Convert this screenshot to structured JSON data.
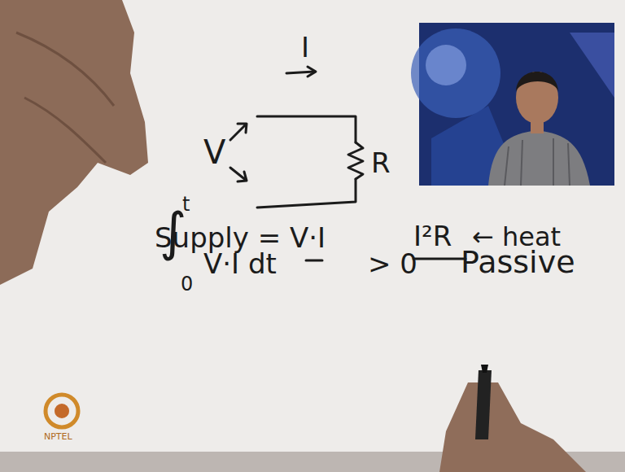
{
  "diagram": {
    "labels": [
      "I",
      "V",
      "R",
      "Supply = V·I",
      "I²R",
      "← heat",
      "t",
      "∫",
      "0",
      "V·I dt",
      "> 0",
      "Passive",
      "NPTEL"
    ]
  }
}
